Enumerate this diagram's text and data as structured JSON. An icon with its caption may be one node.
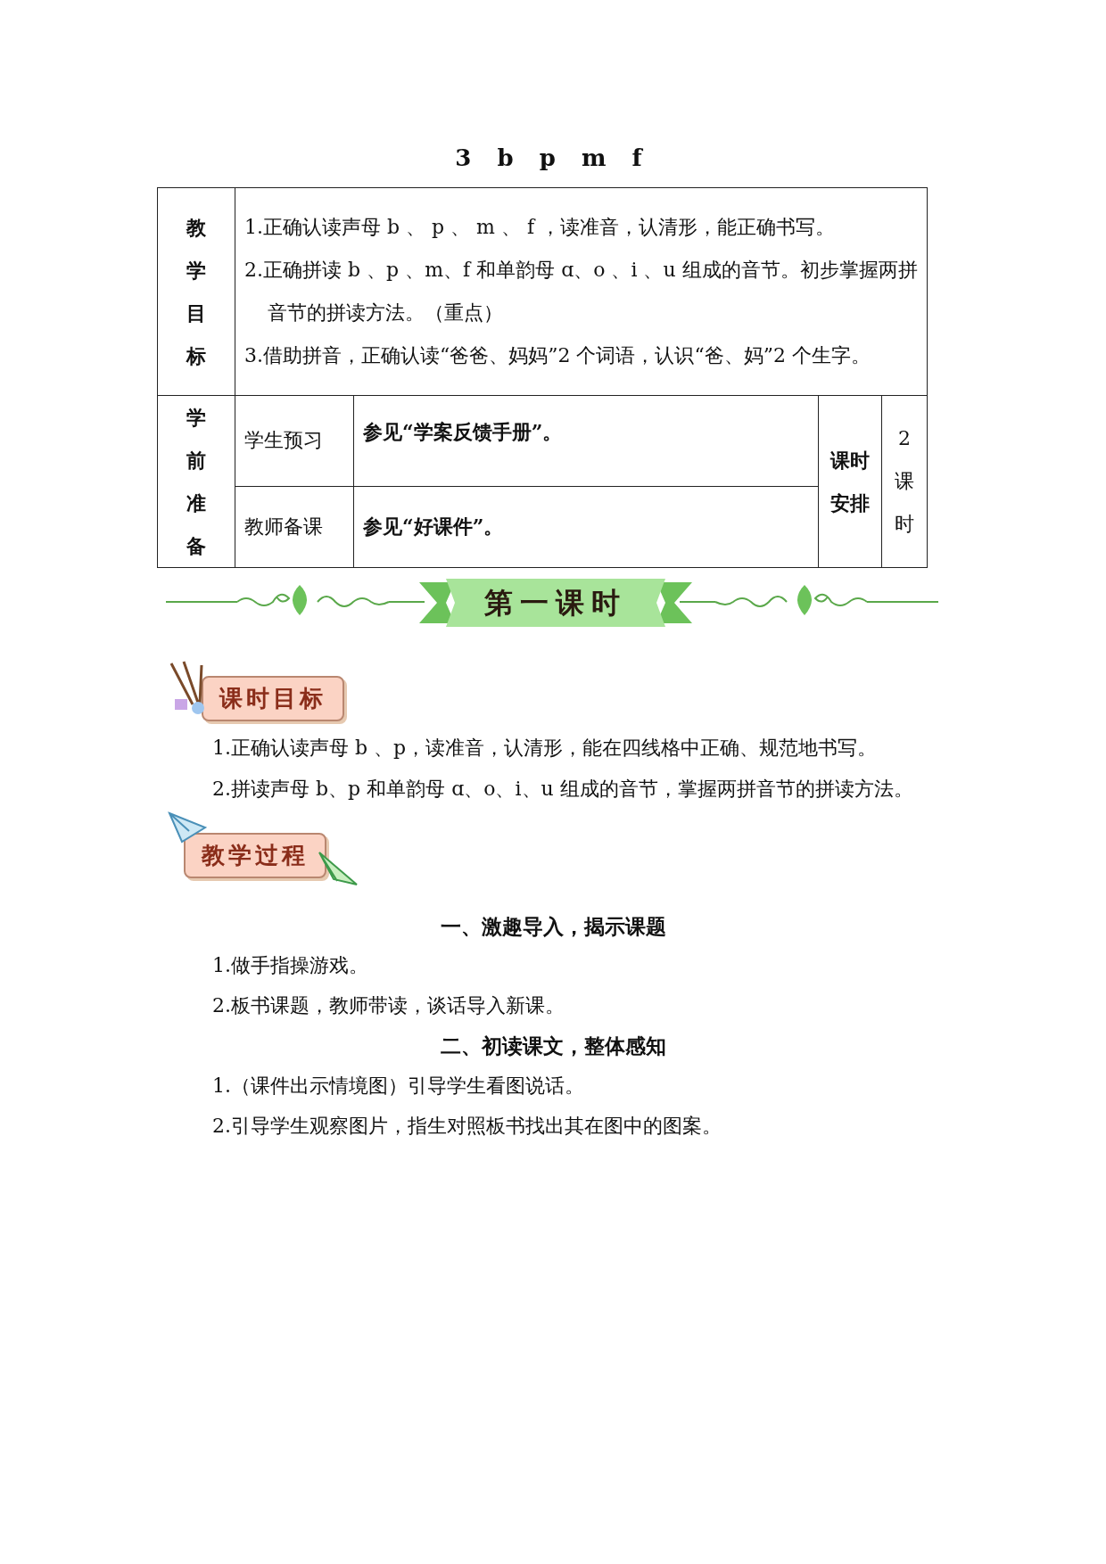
{
  "diagram": {
    "title": "3 b p m f",
    "nodes": [
      {
        "text": [
          "第一课时"
        ]
      },
      {
        "text": [
          "课时目标"
        ]
      },
      {
        "text": [
          "教学过程"
        ]
      }
    ],
    "labels": [
      "教学目标",
      "1.正确认读声母 b 、 p 、 m 、 f ，读准音，认清形，能正确书写。",
      "2.正确拼读 b 、p 、m、f 和单韵母 ɑ、o 、i 、u 组成的音节。初步掌握两拼音节的拼读方法。（重点）",
      "3.借助拼音，正确认读“爸爸、妈妈”2 个词语，认识“爸、妈”2 个生字。",
      "学前准备",
      "学生预习",
      "参见“学案反馈手册”。",
      "课时安排",
      "2课时",
      "教师备课",
      "参见“好课件”。",
      "1.正确认读声母 b 、p，读准音，认清形，能在四线格中正确、规范地书写。",
      "2.拼读声母 b、p 和单韵母 ɑ、o、i、u 组成的音节，掌握两拼音节的拼读方法。",
      "一、激趣导入，揭示课题",
      "1.做手指操游戏。",
      "2.板书课题，教师带读，谈话导入新课。",
      "二、初读课文，整体感知",
      "1.（课件出示情境图）引导学生看图说话。",
      "2.引导学生观察图片，指生对照板书找出其在图中的图案。"
    ]
  }
}
